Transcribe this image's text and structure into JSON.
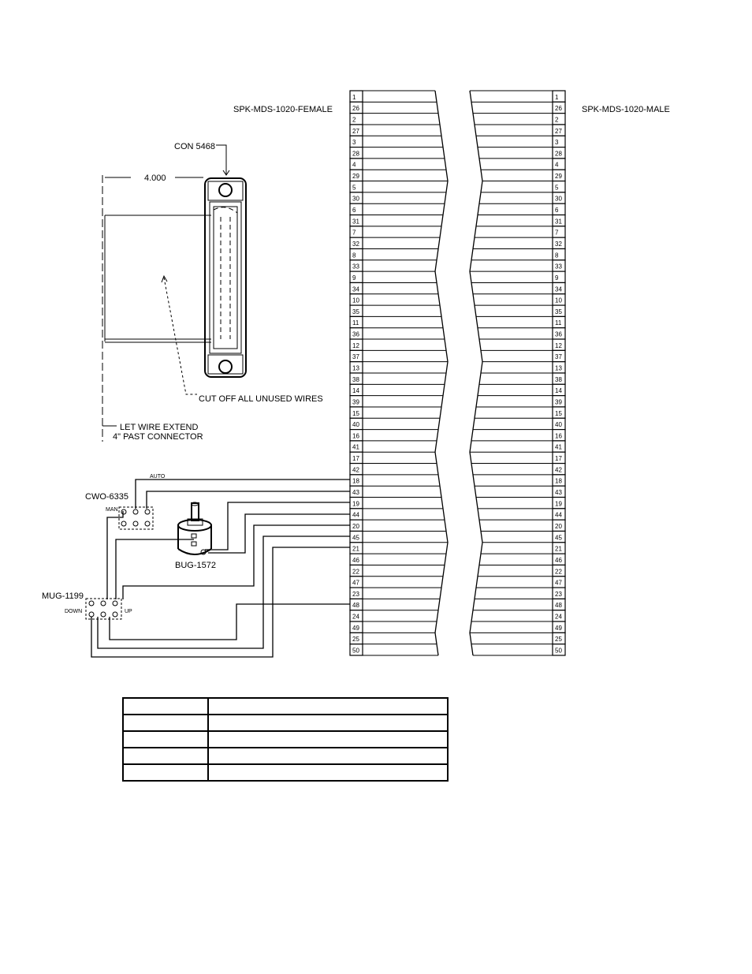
{
  "labels": {
    "female_connector": "SPK-MDS-1020-FEMALE",
    "male_connector": "SPK-MDS-1020-MALE",
    "con": "CON 5468",
    "dimension": "4.000",
    "cut_off": "CUT OFF ALL UNUSED WIRES",
    "let_wire_1": "LET WIRE EXTEND",
    "let_wire_2": "4\" PAST CONNECTOR",
    "auto": "AUTO",
    "cwo": "CWO-6335",
    "man": "MAN",
    "bug": "BUG-1572",
    "mug": "MUG-1199",
    "down": "DOWN",
    "up": "UP"
  },
  "pins": [
    "1",
    "26",
    "2",
    "27",
    "3",
    "28",
    "4",
    "29",
    "5",
    "30",
    "6",
    "31",
    "7",
    "32",
    "8",
    "33",
    "9",
    "34",
    "10",
    "35",
    "11",
    "36",
    "12",
    "37",
    "13",
    "38",
    "14",
    "39",
    "15",
    "40",
    "16",
    "41",
    "17",
    "42",
    "18",
    "43",
    "19",
    "44",
    "20",
    "45",
    "21",
    "46",
    "22",
    "47",
    "23",
    "48",
    "24",
    "49",
    "25",
    "50"
  ],
  "table_rows": [
    [
      "",
      ""
    ],
    [
      "",
      ""
    ],
    [
      "",
      ""
    ],
    [
      "",
      ""
    ],
    [
      "",
      ""
    ]
  ]
}
